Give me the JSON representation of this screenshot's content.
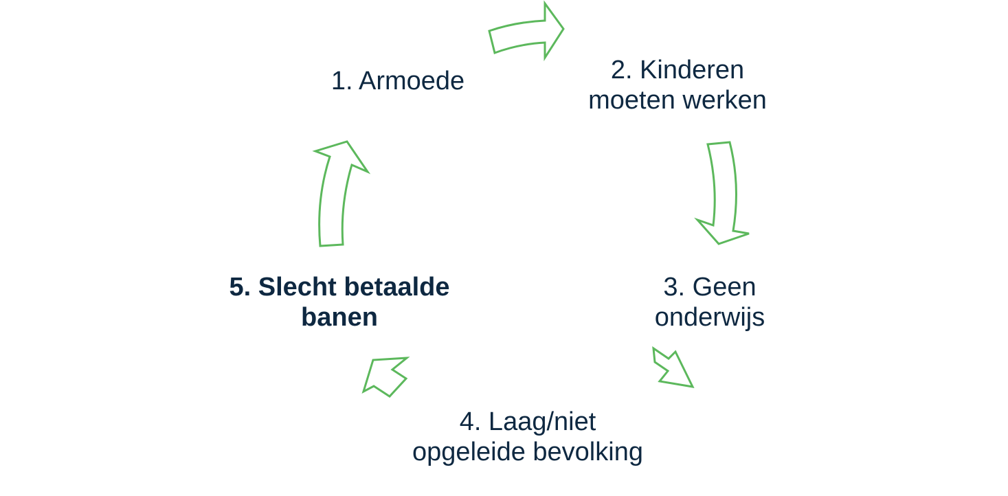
{
  "colors": {
    "text": "#0e2841",
    "arrow": "#5cb85c"
  },
  "steps": [
    {
      "lines": [
        "1. Armoede"
      ]
    },
    {
      "lines": [
        "2. Kinderen",
        "moeten werken"
      ]
    },
    {
      "lines": [
        "3. Geen",
        "onderwijs"
      ]
    },
    {
      "lines": [
        "4. Laag/niet",
        "opgeleide bevolking"
      ]
    },
    {
      "lines": [
        "5. Slecht betaalde",
        "banen"
      ]
    }
  ]
}
